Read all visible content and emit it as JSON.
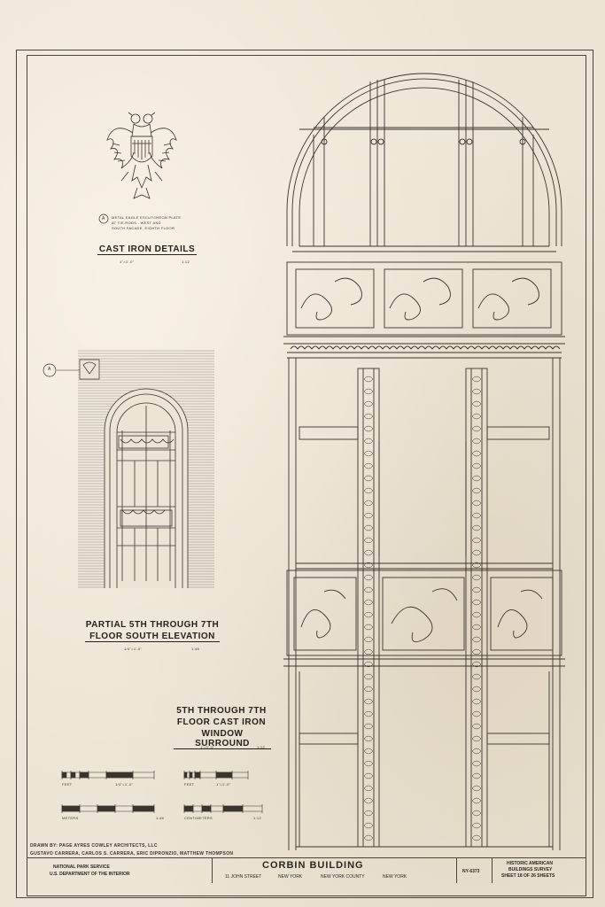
{
  "detail": {
    "callout": "A",
    "note_line1": "METAL EAGLE ESCUTCHEON PLATE",
    "note_line2": "AT TIE-RODS - WEST AND",
    "note_line3": "SOUTH FACADE, EIGHTH FLOOR",
    "title": "CAST IRON DETAILS",
    "scale_left": "1\"=1'-0\"",
    "scale_right": "1:12"
  },
  "elevation": {
    "callout": "A",
    "title_line1": "PARTIAL 5TH THROUGH 7TH",
    "title_line2": "FLOOR SOUTH ELEVATION",
    "scale_left": "1/4\"=1'-0\"",
    "scale_right": "1:48"
  },
  "surround": {
    "title_line1": "5TH THROUGH 7TH",
    "title_line2": "FLOOR CAST IRON",
    "title_line3": "WINDOW SURROUND",
    "scale_left": "1\"=1'-0\"",
    "scale_right": "1:12"
  },
  "scales": {
    "feet_label": "FEET",
    "meters_label": "METERS",
    "centimeters_label": "CENTIMETERS",
    "s1_label": "1/4\"=1'-0\"",
    "s1_ratio": "1:48",
    "s2_label": "1\"=1'-0\"",
    "s2_ratio": "1:12"
  },
  "credits": {
    "drawn_by": "DRAWN BY: PAGE AYRES COWLEY ARCHITECTS, LLC",
    "names": "GUSTAVO CARRERA, CARLOS S. CARRERA, ERIC DIPRONZIO, MATTHEW THOMPSON"
  },
  "title_block": {
    "agency1": "NATIONAL PARK SERVICE",
    "agency2": "U.S. DEPARTMENT OF THE INTERIOR",
    "building": "CORBIN BUILDING",
    "address": "11 JOHN STREET",
    "city": "NEW YORK",
    "county": "NEW YORK COUNTY",
    "state": "NEW YORK",
    "survey_no": "NY-6373",
    "survey1": "HISTORIC AMERICAN",
    "survey2": "BUILDINGS SURVEY",
    "sheet": "SHEET 18 OF 26 SHEETS"
  }
}
